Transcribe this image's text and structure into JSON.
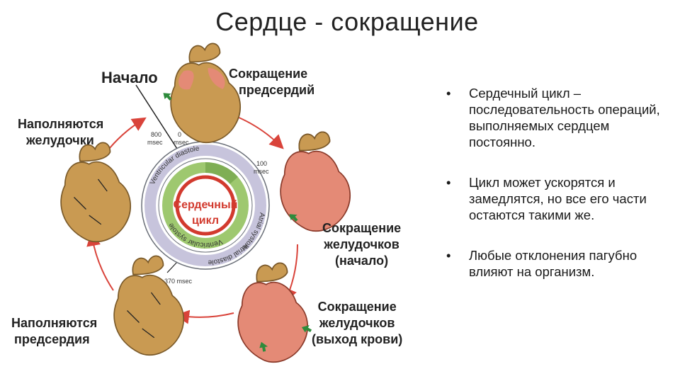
{
  "title": "Сердце - сокращение",
  "diagram": {
    "labels": {
      "start": "Начало",
      "atrial_contraction": [
        "Сокращение",
        "предсердий"
      ],
      "ventricles_filling": [
        "Наполняются",
        "желудочки"
      ],
      "ventricular_contraction_start": [
        "Сокращение",
        "желудочков",
        "(начало)"
      ],
      "ventricular_contraction_ejection": [
        "Сокращение",
        "желудочков",
        "(выход крови)"
      ],
      "atria_filling": [
        "Наполняются",
        "предсердия"
      ],
      "center": [
        "Сердечный",
        "цикл"
      ]
    },
    "times": {
      "t800": [
        "800",
        "msec"
      ],
      "t0": [
        "0",
        "msec"
      ],
      "t100": [
        "100",
        "msec"
      ],
      "t370": "370 msec"
    },
    "ring": {
      "atrial_systole": "Atrial systole",
      "atrial_diastole": "Atrial diastole",
      "ventricular_systole": "Ventricular systole",
      "ventricular_diastole": "Ventricular diastole"
    }
  },
  "bullets": [
    "Сердечный цикл – последовательность операций, выполняемых сердцем постоянно.",
    "Цикл может ускорятся и замедлятся, но все его части остаются такими же.",
    "Любые отклонения пагубно влияют на организм."
  ],
  "colors": {
    "heart_tan": "#c99a52",
    "heart_red": "#e48a76",
    "center_red": "#d23a2e",
    "ring_green": "#9ec86f",
    "ring_lavender": "#c7c4dc",
    "arrow_red": "#d9433a",
    "arrow_green": "#2e8b3c"
  }
}
